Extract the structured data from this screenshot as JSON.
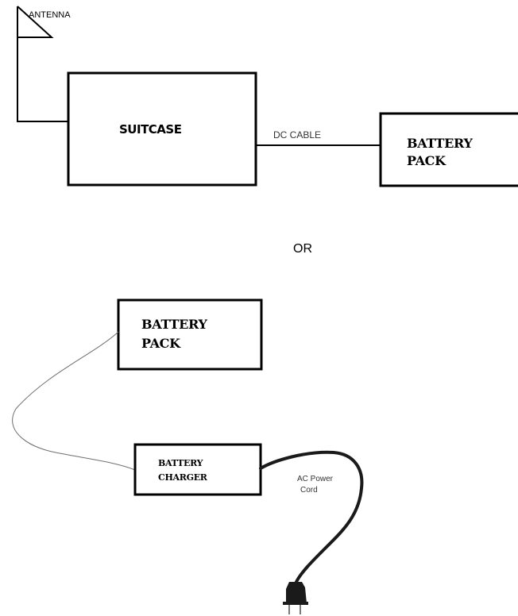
{
  "labels": {
    "antenna": "ANTENNA",
    "suitcase": "SUITCASE",
    "dc_cable": "DC CABLE",
    "battery_pack_top_line1": "BATTERY",
    "battery_pack_top_line2": "PACK",
    "or": "OR",
    "battery_pack_bottom_line1": "BATTERY",
    "battery_pack_bottom_line2": "PACK",
    "battery_charger_line1": "BATTERY",
    "battery_charger_line2": "CHARGER",
    "ac_power_cord_line1": "AC Power",
    "ac_power_cord_line2": "Cord"
  },
  "colors": {
    "lines": "#000000",
    "background": "#ffffff"
  },
  "icons": {
    "antenna": "antenna-icon",
    "plug": "power-plug-icon"
  }
}
